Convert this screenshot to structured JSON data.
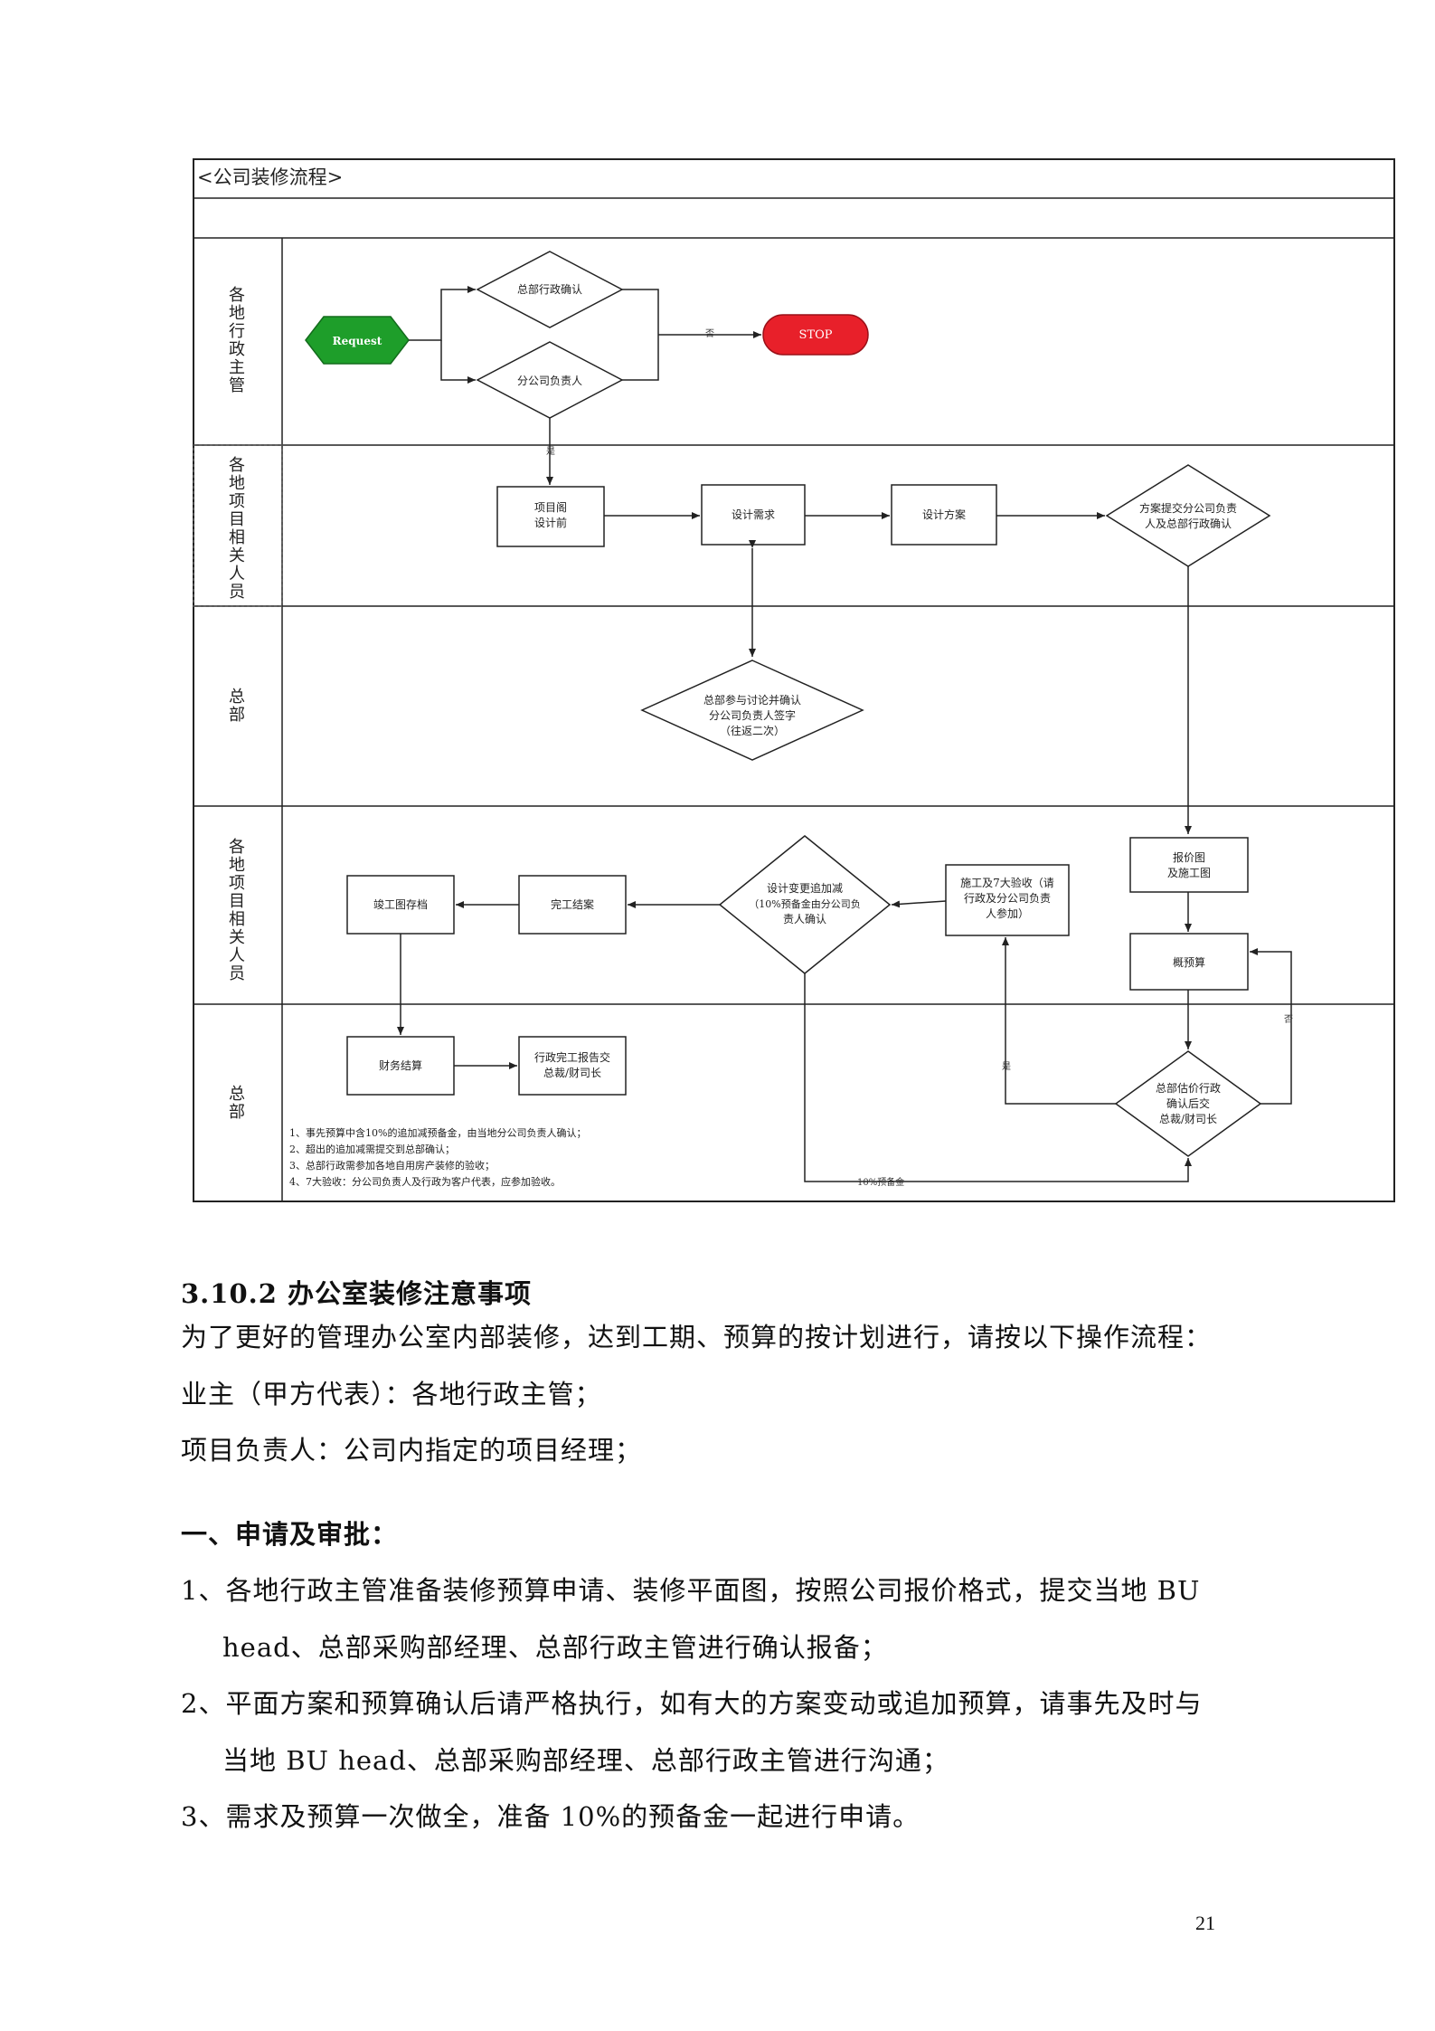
{
  "flowchart": {
    "title": "<公司装修流程>",
    "lanes": [
      "各地行政主管",
      "各地项目相关人员",
      "总部",
      "各地项目相关人员",
      "总部"
    ],
    "nodes": {
      "request": "Request",
      "hq_admin_confirm": "总部行政确认",
      "branch_head": "分公司负责人",
      "stop": "STOP",
      "project_design_1": "项目阁",
      "project_design_2": "设计前",
      "design_req": "设计需求",
      "design_plan": "设计方案",
      "submit_confirm_1": "方案提交分公司负责",
      "submit_confirm_2": "人及总部行政确认",
      "hq_discuss_1": "总部参与讨论并确认",
      "hq_discuss_2": "分公司负责人签字",
      "hq_discuss_3": "（往返二次）",
      "quote_1": "报价图",
      "quote_2": "及施工图",
      "estimate": "概预算",
      "construction_1": "施工及7大验收（请",
      "construction_2": "行政及分公司负责",
      "construction_3": "人参加）",
      "change_1": "设计变更追加减",
      "change_2": "（10%预备金由分公司负",
      "change_3": "责人确认",
      "completion": "完工结案",
      "as_built": "竣工图存档",
      "finance": "财务结算",
      "report_1": "行政完工报告交",
      "report_2": "总裁/财司长",
      "hq_eval_1": "总部估价行政",
      "hq_eval_2": "确认后交",
      "hq_eval_3": "总裁/财司长"
    },
    "edge_labels": {
      "no_top": "否",
      "yes_down": "是",
      "no_right": "否",
      "yes_left": "是",
      "reserve": "10%预备金"
    },
    "notes": [
      "1、事先预算中含10%的追加减预备金，由当地分公司负责人确认；",
      "2、超出的追加减需提交到总部确认；",
      "3、总部行政需参加各地自用房产装修的验收；",
      "4、7大验收：分公司负责人及行政为客户代表，应参加验收。"
    ]
  },
  "section": {
    "heading": "3.10.2 办公室装修注意事项",
    "intro": "为了更好的管理办公室内部装修，达到工期、预算的按计划进行，请按以下操作流程：",
    "owner": "业主（甲方代表）：各地行政主管；",
    "pm": "项目负责人：公司内指定的项目经理；",
    "subheading": "一、申请及审批：",
    "items": [
      "1、各地行政主管准备装修预算申请、装修平面图，按照公司报价格式，提交当地 BU",
      "head、总部采购部经理、总部行政主管进行确认报备；",
      "2、平面方案和预算确认后请严格执行，如有大的方案变动或追加预算，请事先及时与",
      "当地 BU head、总部采购部经理、总部行政主管进行沟通；",
      "3、需求及预算一次做全，准备 10%的预备金一起进行申请。"
    ]
  },
  "page_number": "21",
  "colors": {
    "request_green": "#1e9e2a",
    "stop_red": "#e8202a",
    "line": "#222222"
  }
}
